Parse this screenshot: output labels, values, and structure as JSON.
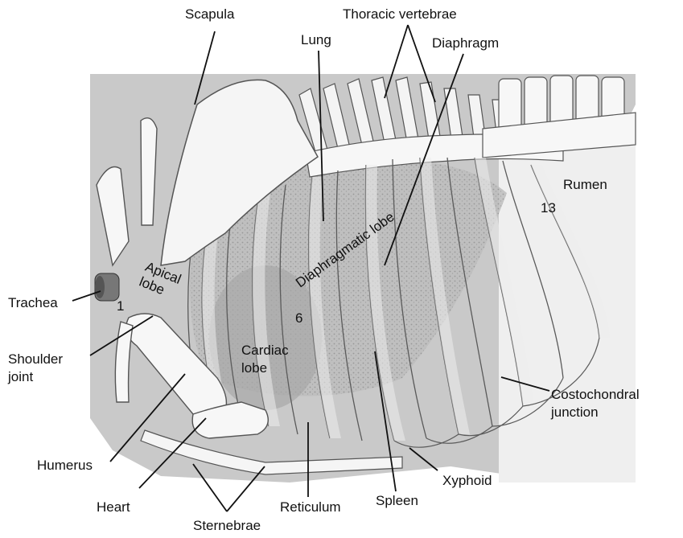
{
  "labels": {
    "scapula": "Scapula",
    "thoracic_vertebrae": "Thoracic vertebrae",
    "lung": "Lung",
    "diaphragm": "Diaphragm",
    "rumen": "Rumen",
    "rib_13": "13",
    "diaphragmatic_lobe": "Diaphragmatic lobe",
    "apical_lobe": "Apical\nlobe",
    "trachea": "Trachea",
    "rib_1": "1",
    "rib_6": "6",
    "shoulder_joint": "Shoulder\njoint",
    "cardiac_lobe": "Cardiac\nlobe",
    "costochondral_junction": "Costochondral\njunction",
    "humerus": "Humerus",
    "xyphoid": "Xyphoid",
    "heart": "Heart",
    "reticulum": "Reticulum",
    "spleen": "Spleen",
    "sternebrae": "Sternebrae"
  }
}
